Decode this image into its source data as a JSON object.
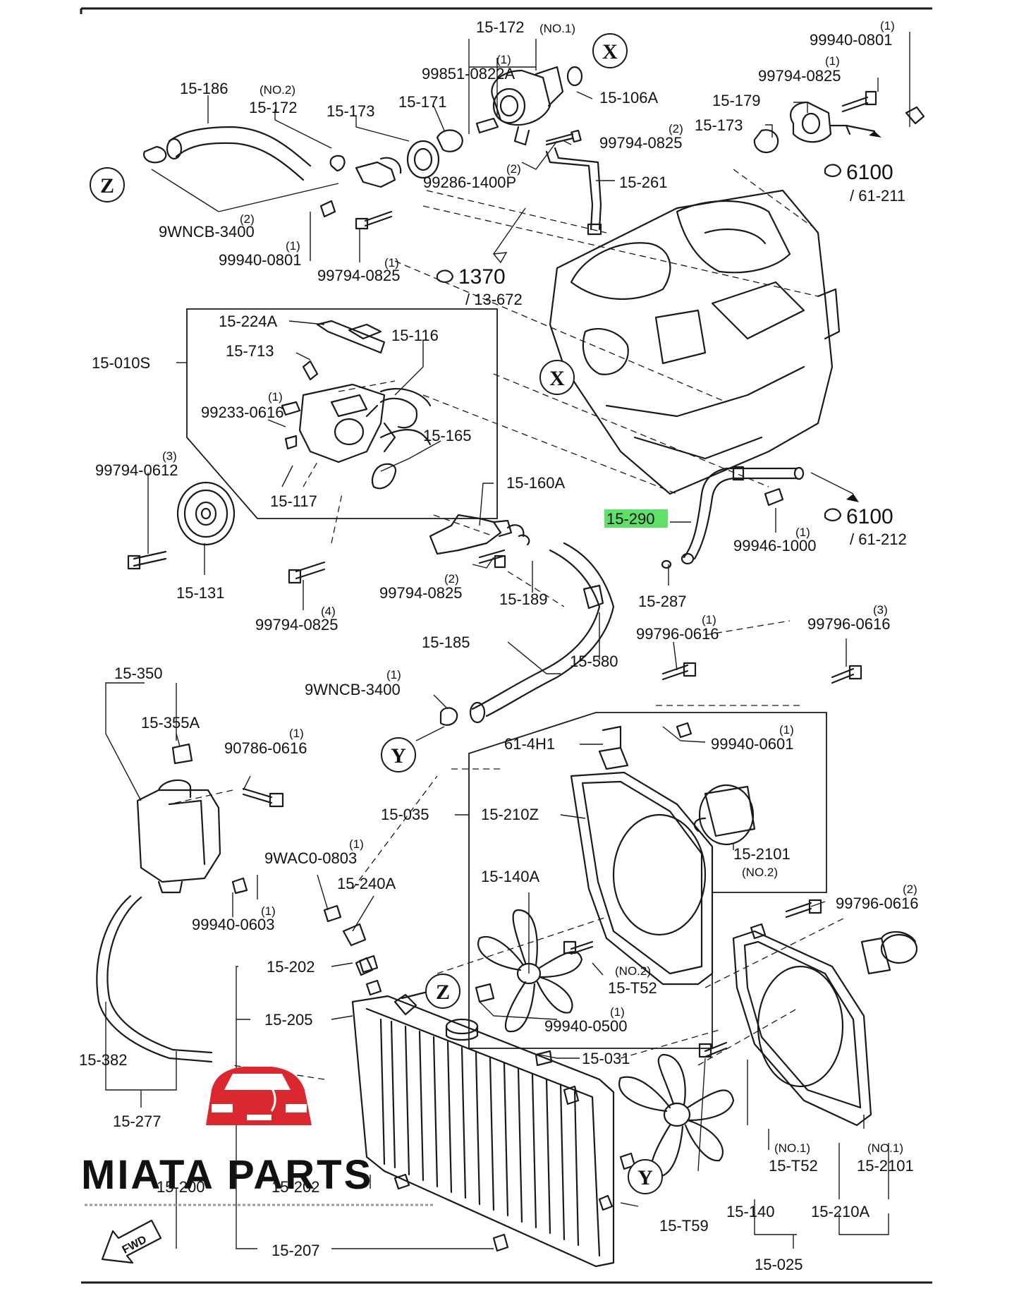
{
  "labels": {
    "p15_172_no1": "15-172",
    "no1_top": "(NO.1)",
    "p99851_0822a": "99851-0822A",
    "q_99851": "(1)",
    "p15_106a": "15-106A",
    "p15_171": "15-171",
    "p15_186": "15-186",
    "no2_15_172": "(NO.2)",
    "p15_172_no2": "15-172",
    "p15_173_left": "15-173",
    "p99794_0825_a": "99794-0825",
    "q_99794_a": "(2)",
    "p99286_1400p": "99286-1400P",
    "q_99286": "(2)",
    "p15_261": "15-261",
    "p9wncb_3400_top": "9WNCB-3400",
    "q_9wncb_top": "(2)",
    "p99940_0801_left": "99940-0801",
    "q_99940_0801_left": "(1)",
    "p99794_0825_b": "99794-0825",
    "q_99794_b": "(1)",
    "p99940_0801_right": "99940-0801",
    "q_99940_0801_right": "(1)",
    "p99794_0825_c": "99794-0825",
    "q_99794_c": "(1)",
    "p15_179": "15-179",
    "p15_173_right": "15-173",
    "p15_224a": "15-224A",
    "p15_116": "15-116",
    "p15_713": "15-713",
    "p15_010s": "15-010S",
    "p99233_0616": "99233-0616",
    "q_99233": "(1)",
    "p15_165": "15-165",
    "p99794_0612": "99794-0612",
    "q_99794_0612": "(3)",
    "p15_117": "15-117",
    "p15_131": "15-131",
    "p15_160a": "15-160A",
    "p15_290": "15-290",
    "p99946_1000": "99946-1000",
    "q_99946": "(1)",
    "p99794_0825_d": "99794-0825",
    "q_99794_d": "(2)",
    "p15_189": "15-189",
    "p15_287": "15-287",
    "p99794_0825_e": "99794-0825",
    "q_99794_e": "(4)",
    "p15_185": "15-185",
    "p15_580": "15-580",
    "p99796_0616_a": "99796-0616",
    "q_99796_a": "(1)",
    "p99796_0616_b": "99796-0616",
    "q_99796_b": "(3)",
    "p15_350": "15-350",
    "p15_355a": "15-355A",
    "p9wncb_3400_mid": "9WNCB-3400",
    "q_9wncb_mid": "(1)",
    "p90786_0616": "90786-0616",
    "q_90786": "(1)",
    "p61_4h1": "61-4H1",
    "p99940_0601": "99940-0601",
    "q_99940_0601": "(1)",
    "p15_035": "15-035",
    "p15_210z": "15-210Z",
    "p15_2101_no2": "15-2101",
    "no2_2101": "(NO.2)",
    "p9wac0_0803": "9WAC0-0803",
    "q_9wac0": "(1)",
    "p15_240a": "15-240A",
    "p15_140a": "15-140A",
    "p99940_0603": "99940-0603",
    "q_99940_0603": "(1)",
    "p99796_0616_c": "99796-0616",
    "q_99796_c": "(2)",
    "p15_202_top": "15-202",
    "no2_t52": "(NO.2)",
    "p15_t52_no2": "15-T52",
    "p99940_0500": "99940-0500",
    "q_99940_0500": "(1)",
    "p15_205": "15-205",
    "p15_031": "15-031",
    "p15_382": "15-382",
    "p15_277": "15-277",
    "no1_t52": "(NO.1)",
    "p15_t52_no1": "15-T52",
    "no1_2101": "(NO.1)",
    "p15_2101_no1": "15-2101",
    "p15_200": "15-200",
    "p15_202_bottom": "15-202",
    "p15_140": "15-140",
    "p15_210a": "15-210A",
    "p15_t59": "15-T59",
    "p15_207": "15-207",
    "p15_025": "15-025"
  },
  "refs": {
    "r6100_top": "6100",
    "r61_211": "/ 61-211",
    "r1370": "1370",
    "r13_672": "/ 13-672",
    "r6100_bottom": "6100",
    "r61_212": "/ 61-212"
  },
  "callouts": {
    "x": "X",
    "y": "Y",
    "z": "Z"
  },
  "watermark": {
    "brand": "MIATA PARTS",
    "fwd": "FWD"
  },
  "colors": {
    "highlight": "#5ee06a",
    "logo_red": "#d9282f",
    "ink": "#1a1a1a"
  }
}
